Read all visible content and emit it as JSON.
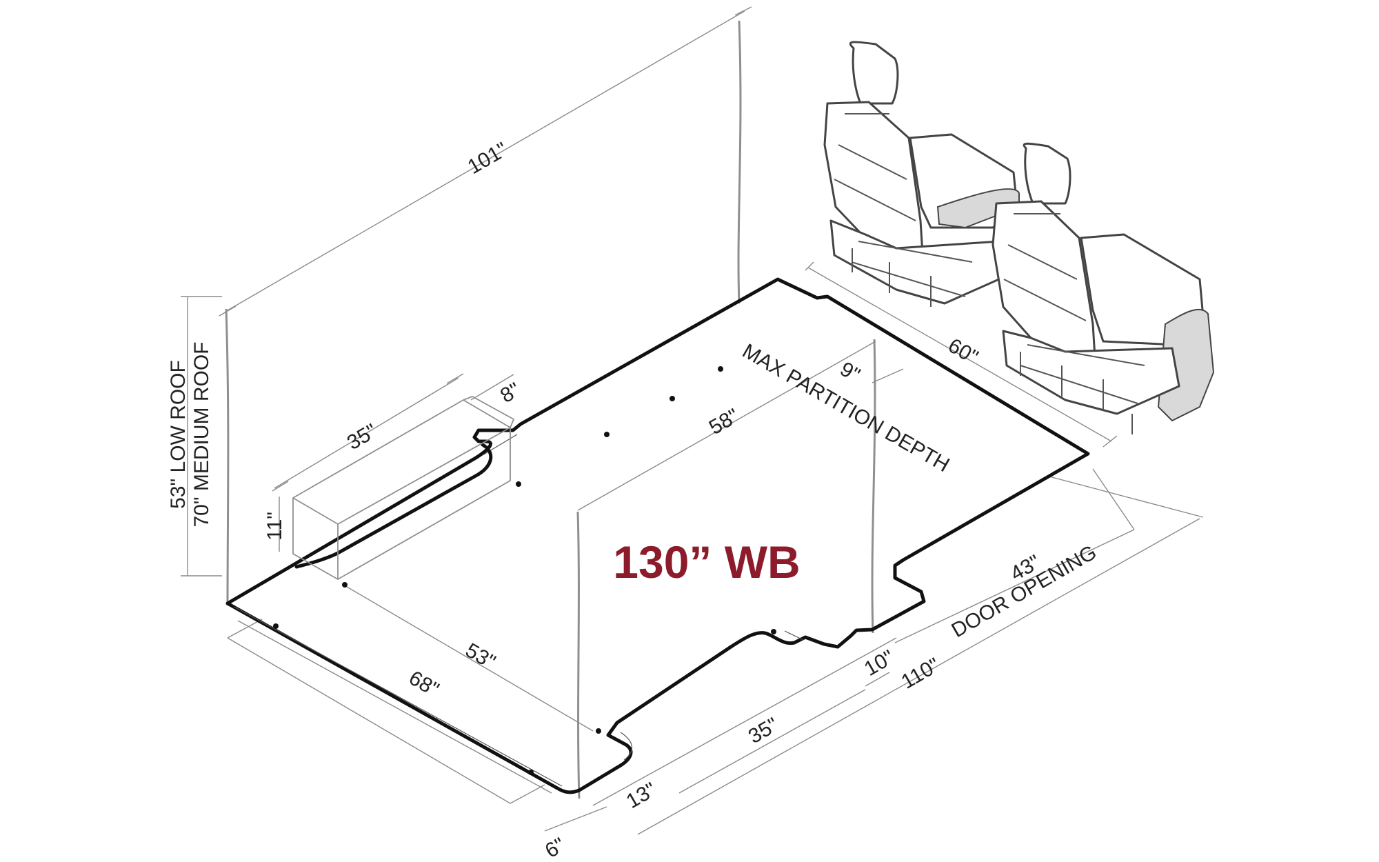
{
  "title": "130” WB",
  "colors": {
    "title": "#8c1c2c",
    "floor_outline": "#111111",
    "dimension_lines": "#8a8a8a"
  },
  "dimensions": {
    "wall_length": "101\"",
    "height_low": "53\" LOW ROOF",
    "height_medium": "70\" MEDIUM ROOF",
    "wheel_well_length": "35\"",
    "wheel_well_width": "8\"",
    "wheel_well_height": "11\"",
    "floor_width_rear": "53\"",
    "floor_width_total": "68\"",
    "rear_overhang": "6\"",
    "rear_step": "13\"",
    "center_width": "58\"",
    "partition_depth_value": "9\"",
    "partition_depth_label": "MAX PARTITION DEPTH",
    "front_width": "60\"",
    "door_opening_value": "43\"",
    "door_opening_label": "DOOR OPENING",
    "side_well_length": "35\"",
    "side_step": "10\"",
    "total_length": "110\""
  },
  "icons": {
    "seats": "front-seats-icon"
  }
}
